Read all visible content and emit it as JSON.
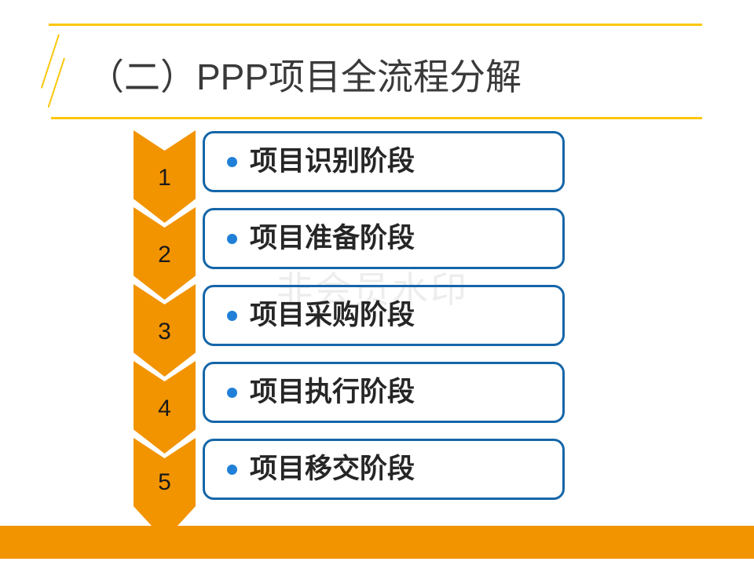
{
  "slide": {
    "title": "（二）PPP项目全流程分解",
    "watermark": "非会员水印",
    "accent_gold": "#FDC60B",
    "accent_orange": "#F29400",
    "accent_blue_border": "#1566A8",
    "accent_blue_bullet": "#2080D8",
    "title_color": "#3A3A3A"
  },
  "steps": [
    {
      "number": "1",
      "label": "项目识别阶段"
    },
    {
      "number": "2",
      "label": "项目准备阶段"
    },
    {
      "number": "3",
      "label": "项目采购阶段"
    },
    {
      "number": "4",
      "label": "项目执行阶段"
    },
    {
      "number": "5",
      "label": "项目移交阶段"
    }
  ]
}
